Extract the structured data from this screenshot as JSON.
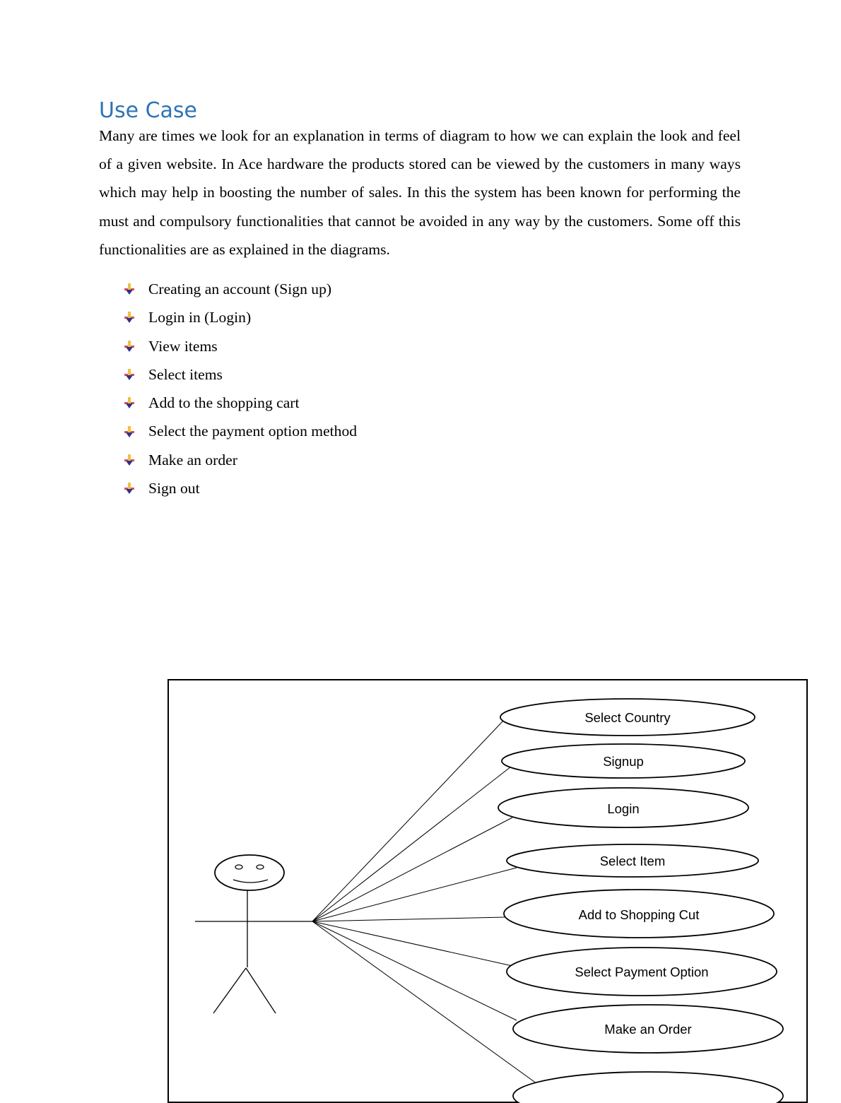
{
  "heading": "Use Case",
  "paragraph": "Many are times we look for an explanation in terms of diagram to how we can explain the look and feel of a given website. In Ace hardware the products stored can be viewed by the customers in many ways which may help in boosting the number of sales. In this the system has been known for performing the must and compulsory functionalities that cannot be avoided in any way by the customers. Some off this functionalities are as explained in the diagrams.",
  "bullets": [
    "Creating an account (Sign up)",
    "Login in (Login)",
    "View items",
    "Select items",
    "Add to the shopping cart",
    "Select the payment option method",
    "Make an order",
    "Sign out"
  ],
  "diagram": {
    "use_cases": [
      "Select Country",
      "Signup",
      "Login",
      "Select Item",
      "Add to Shopping Cut",
      "Select Payment Option",
      "Make an Order",
      ""
    ]
  }
}
